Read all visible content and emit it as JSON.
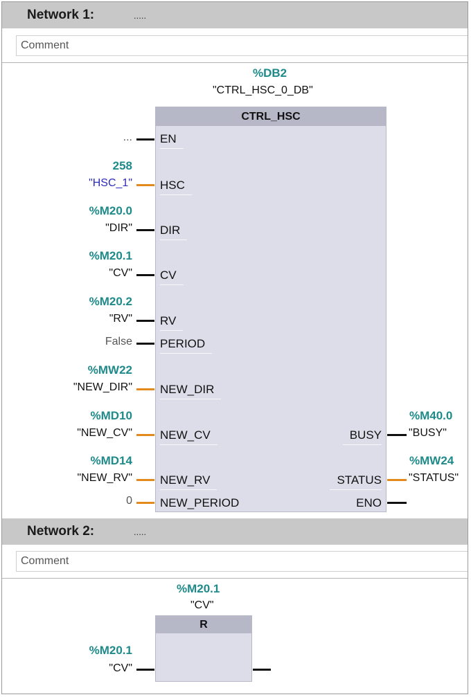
{
  "network1": {
    "title": "Network 1:",
    "dots": ".....",
    "comment": "Comment",
    "instance": {
      "address": "%DB2",
      "name": "\"CTRL_HSC_0_DB\""
    },
    "block": {
      "title": "CTRL_HSC",
      "inputs": [
        {
          "pin": "EN",
          "address": "",
          "symbol": "...",
          "wire": "black"
        },
        {
          "pin": "HSC",
          "address": "258",
          "symbol": "\"HSC_1\"",
          "wire": "orange"
        },
        {
          "pin": "DIR",
          "address": "%M20.0",
          "symbol": "\"DIR\"",
          "wire": "black"
        },
        {
          "pin": "CV",
          "address": "%M20.1",
          "symbol": "\"CV\"",
          "wire": "black"
        },
        {
          "pin": "RV",
          "address": "%M20.2",
          "symbol": "\"RV\"",
          "wire": "black"
        },
        {
          "pin": "PERIOD",
          "address": "",
          "symbol": "False",
          "wire": "black"
        },
        {
          "pin": "NEW_DIR",
          "address": "%MW22",
          "symbol": "\"NEW_DIR\"",
          "wire": "orange"
        },
        {
          "pin": "NEW_CV",
          "address": "%MD10",
          "symbol": "\"NEW_CV\"",
          "wire": "orange"
        },
        {
          "pin": "NEW_RV",
          "address": "%MD14",
          "symbol": "\"NEW_RV\"",
          "wire": "orange"
        },
        {
          "pin": "NEW_PERIOD",
          "address": "",
          "symbol": "0",
          "wire": "orange"
        }
      ],
      "outputs": [
        {
          "pin": "BUSY",
          "address": "%M40.0",
          "symbol": "\"BUSY\"",
          "wire": "black"
        },
        {
          "pin": "STATUS",
          "address": "%MW24",
          "symbol": "\"STATUS\"",
          "wire": "orange"
        },
        {
          "pin": "ENO",
          "address": "",
          "symbol": "",
          "wire": "black"
        }
      ]
    }
  },
  "network2": {
    "title": "Network 2:",
    "dots": ".....",
    "comment": "Comment",
    "coil": {
      "address": "%M20.1",
      "symbol": "\"CV\""
    },
    "block": {
      "title": "R"
    },
    "input": {
      "address": "%M20.1",
      "symbol": "\"CV\""
    }
  }
}
